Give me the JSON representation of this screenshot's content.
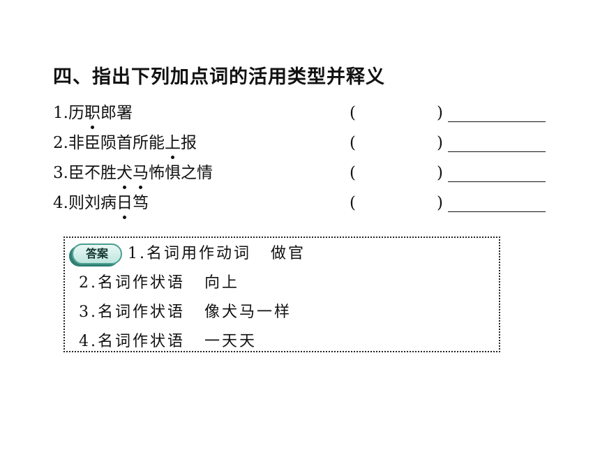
{
  "heading": "四、指出下列加点词的活用类型并释义",
  "questions": [
    {
      "num": "1.",
      "pre": "历",
      "dot": "职",
      "post": "郎署",
      "open": "(",
      "close": ")"
    },
    {
      "num": "2.",
      "pre": "非臣陨首所能",
      "dot": "上",
      "post": "报",
      "open": "(",
      "close": ")"
    },
    {
      "num": "3.",
      "pre": "臣不胜",
      "dot": "犬",
      "dot2": "马",
      "post": "怖惧之情",
      "open": "(",
      "close": ")"
    },
    {
      "num": "4.",
      "pre": "则刘病",
      "dot": "日",
      "post": "笃",
      "open": "(",
      "close": ")"
    }
  ],
  "answer": {
    "badge": "答案",
    "lines": [
      {
        "num": "1.",
        "type": "名词用作动词",
        "meaning": "做官"
      },
      {
        "num": "2.",
        "type": "名词作状语",
        "meaning": "向上"
      },
      {
        "num": "3.",
        "type": "名词作状语",
        "meaning": "像犬马一样"
      },
      {
        "num": "4.",
        "type": "名词作状语",
        "meaning": "一天天"
      }
    ]
  }
}
